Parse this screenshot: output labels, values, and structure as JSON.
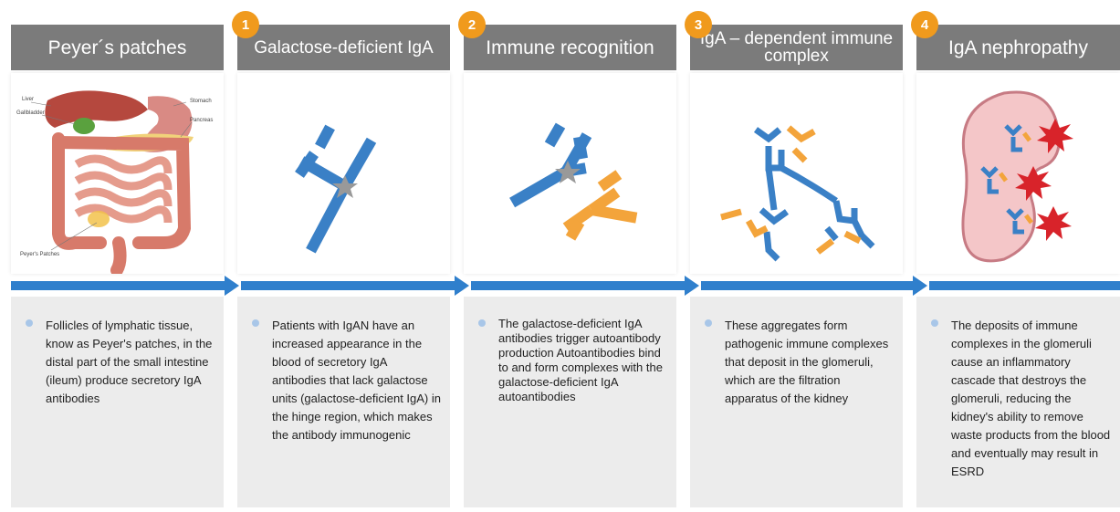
{
  "colors": {
    "header_bg": "#7b7b7b",
    "badge": "#f09a1d",
    "arrow": "#2f7fcc",
    "antibody_blue": "#3a80c6",
    "antibody_orange": "#f3a43b",
    "desc_bg": "#ececec",
    "kidney": "#f4c6c8",
    "burst": "#d8232a"
  },
  "steps": [
    {
      "title": "Peyer´s patches",
      "badge": "",
      "illustration": "digestive-system-icon",
      "labels": {
        "liver": "Liver",
        "gallbladder": "Gallbladder",
        "stomach": "Stomach",
        "pancreas": "Pancreas",
        "peyers": "Peyer's Patches"
      },
      "description": "Follicles of lymphatic tissue, know as Peyer's patches, in the distal part of the small intestine (ileum) produce secretory IgA antibodies"
    },
    {
      "title": "Galactose-deficient IgA",
      "badge": "1",
      "illustration": "antibody-icon",
      "description": "Patients with IgAN have an increased appearance in the blood of secretory IgA antibodies that lack galactose units (galactose-deficient IgA) in the hinge region, which makes the antibody immunogenic"
    },
    {
      "title": "Immune recognition",
      "badge": "2",
      "illustration": "autoantibody-binding-icon",
      "description": "The galactose-deficient IgA antibodies trigger autoantibody production Autoantibodies bind to and form complexes with the galactose-deficient IgA autoantibodies"
    },
    {
      "title": "IgA – dependent immune complex",
      "badge": "3",
      "illustration": "immune-complex-icon",
      "description": "These aggregates form pathogenic immune complexes that deposit in the glomeruli, which are the filtration apparatus of the kidney"
    },
    {
      "title": "IgA nephropathy",
      "badge": "4",
      "illustration": "kidney-icon",
      "description": "The deposits of immune complexes in the glomeruli cause an inflammatory cascade that destroys the glomeruli, reducing the kidney's ability to remove waste products from the blood and eventually may result in ESRD"
    }
  ]
}
